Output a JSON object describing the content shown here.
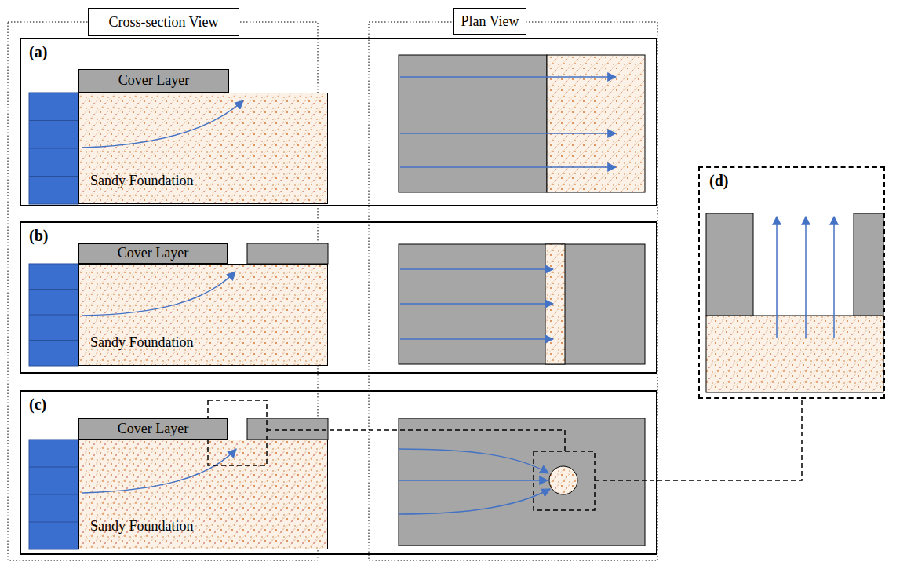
{
  "diagram": {
    "nodes": [
      {
        "text": [
          "Cross-section View"
        ]
      },
      {
        "text": [
          "Plan View"
        ]
      },
      {
        "text": [
          "(a)"
        ]
      },
      {
        "text": [
          "Cover Layer"
        ],
        "in": 2
      },
      {
        "text": [
          "Sandy Foundation"
        ],
        "in": 2
      },
      {
        "text": [
          "(b)"
        ]
      },
      {
        "text": [
          "Cover Layer"
        ],
        "in": 5
      },
      {
        "text": [
          "Sandy Foundation"
        ],
        "in": 5
      },
      {
        "text": [
          "(c)"
        ]
      },
      {
        "text": [
          "Cover Layer"
        ],
        "in": 8
      },
      {
        "text": [
          "Sandy Foundation"
        ],
        "in": 8
      },
      {
        "text": [
          "(d)"
        ]
      }
    ]
  }
}
